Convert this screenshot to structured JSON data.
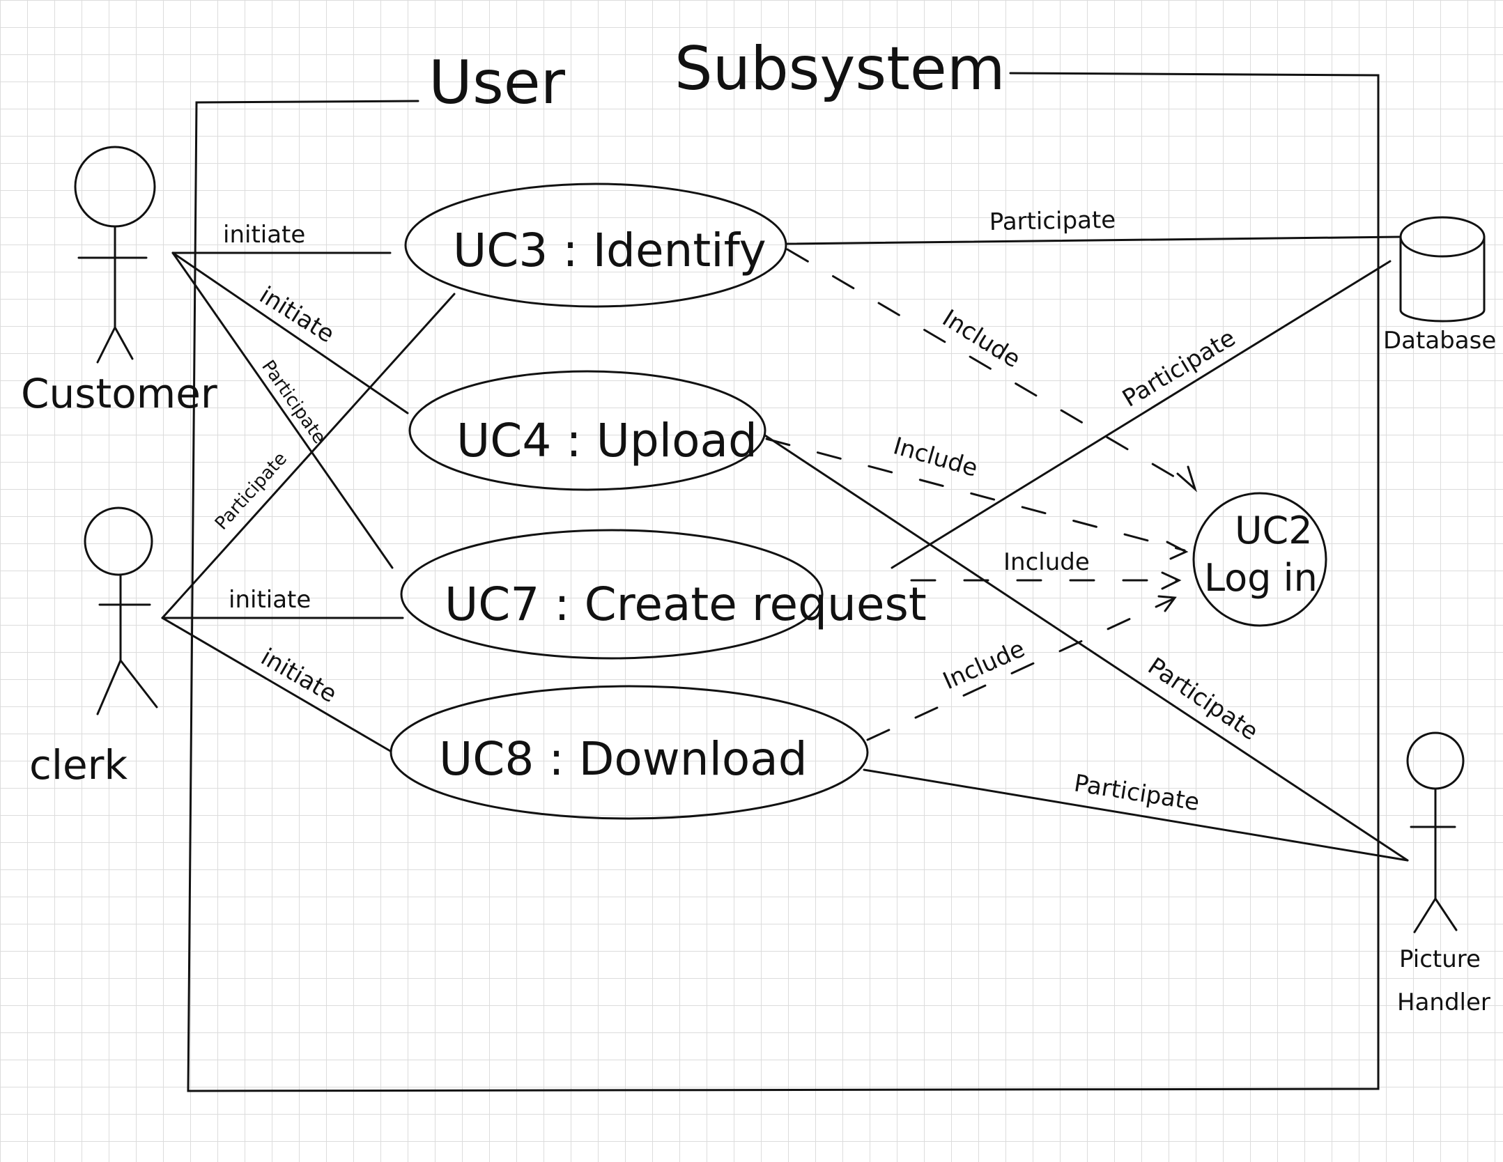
{
  "system": {
    "title_left": "User",
    "title_right": "Subsystem"
  },
  "actors": {
    "customer": "Customer",
    "clerk": "clerk",
    "database": "Database",
    "picture_handler_line1": "Picture",
    "picture_handler_line2": "Handler"
  },
  "use_cases": {
    "uc3": "UC3 : Identify",
    "uc4": "UC4 : Upload",
    "uc7": "UC7 : Create request",
    "uc8": "UC8 : Download",
    "uc2_line1": "UC2",
    "uc2_line2": "Log in"
  },
  "edges": {
    "customer_uc3": "initiate",
    "customer_uc4": "initiate",
    "customer_uc7": "Participate",
    "clerk_uc3": "Participate",
    "clerk_uc7": "initiate",
    "clerk_uc8": "initiate",
    "uc3_database": "Participate",
    "uc7_database": "Participate",
    "uc4_picture": "Participate",
    "uc8_picture": "Participate",
    "uc3_include": "Include",
    "uc4_include": "Include",
    "uc7_include": "Include",
    "uc8_include": "Include"
  }
}
